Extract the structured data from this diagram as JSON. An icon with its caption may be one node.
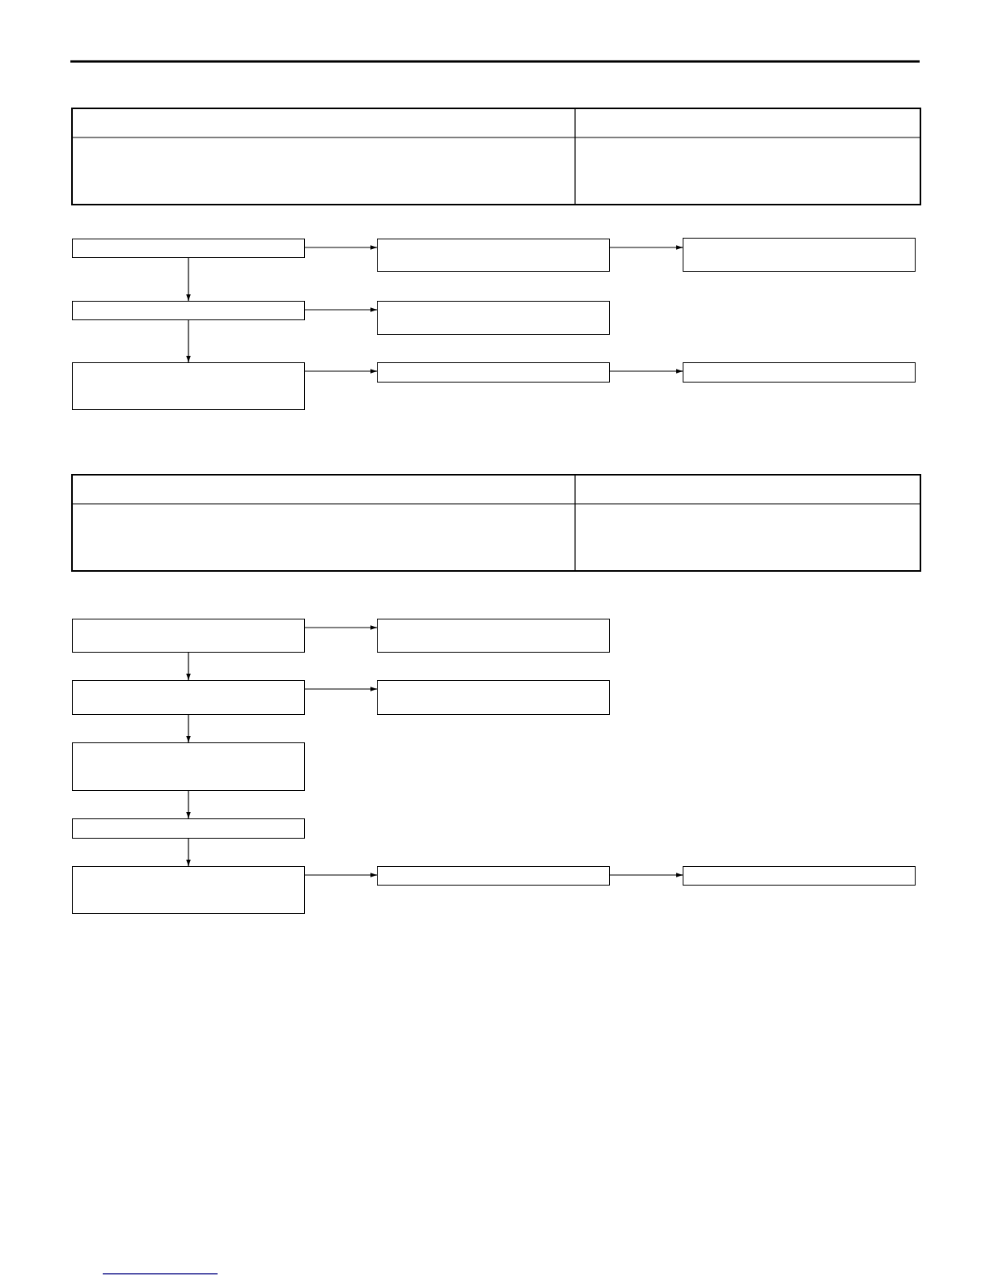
{
  "diagram": {
    "nodes": [
      {
        "text": [],
        "shape": "box"
      },
      {
        "text": [],
        "shape": "box"
      },
      {
        "text": [],
        "shape": "box"
      },
      {
        "text": [],
        "shape": "box"
      },
      {
        "text": [],
        "shape": "box"
      },
      {
        "text": [],
        "shape": "box"
      },
      {
        "text": [],
        "shape": "box"
      },
      {
        "text": [],
        "shape": "box"
      },
      {
        "text": [],
        "shape": "box"
      },
      {
        "text": [],
        "shape": "box"
      },
      {
        "text": [],
        "shape": "box"
      },
      {
        "text": [],
        "shape": "box"
      },
      {
        "text": [],
        "shape": "box"
      },
      {
        "text": [],
        "shape": "box"
      },
      {
        "text": [],
        "shape": "box"
      },
      {
        "text": [],
        "shape": "box"
      },
      {
        "text": [],
        "shape": "box"
      }
    ],
    "edges": [
      {
        "from": 0,
        "to": 1,
        "arrow": "to"
      },
      {
        "from": 1,
        "to": 2,
        "arrow": "to"
      },
      {
        "from": 0,
        "to": 3,
        "arrow": "to"
      },
      {
        "from": 3,
        "to": 4,
        "arrow": "to"
      },
      {
        "from": 3,
        "to": 5,
        "arrow": "to"
      },
      {
        "from": 5,
        "to": 6,
        "arrow": "to"
      },
      {
        "from": 6,
        "to": 7,
        "arrow": "to"
      },
      {
        "from": 8,
        "to": 9,
        "arrow": "to"
      },
      {
        "from": 8,
        "to": 10,
        "arrow": "to"
      },
      {
        "from": 10,
        "to": 11,
        "arrow": "to"
      },
      {
        "from": 10,
        "to": 12,
        "arrow": "to"
      },
      {
        "from": 12,
        "to": 13,
        "arrow": "to"
      },
      {
        "from": 13,
        "to": 14,
        "arrow": "to"
      },
      {
        "from": 14,
        "to": 15,
        "arrow": "to"
      },
      {
        "from": 15,
        "to": 16,
        "arrow": "to"
      }
    ]
  }
}
